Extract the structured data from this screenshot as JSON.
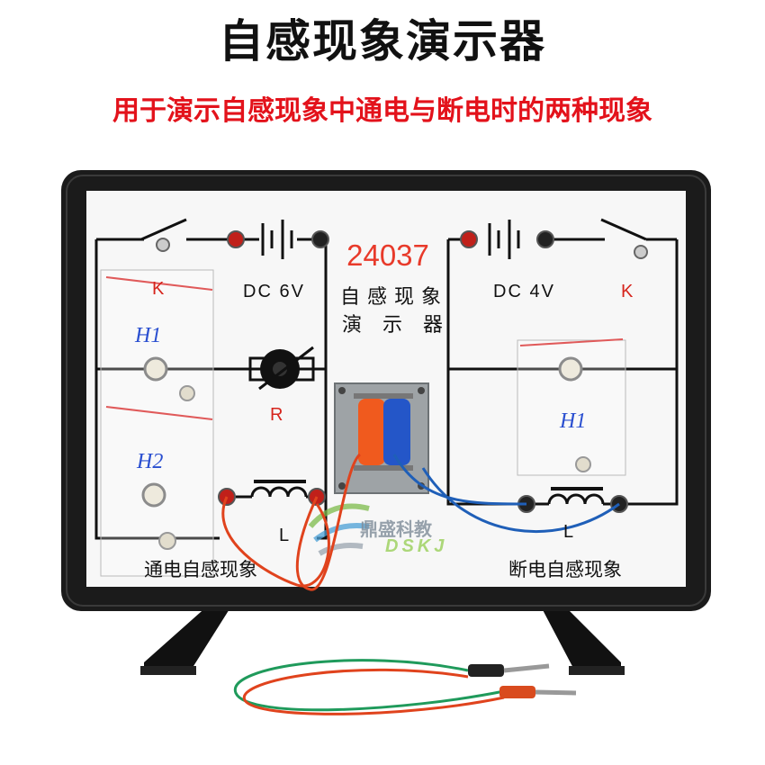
{
  "title": "自感现象演示器",
  "subtitle": "用于演示自感现象中通电与断电时的两种现象",
  "board": {
    "model_number": "24037",
    "center_name_line1": "自感现象",
    "center_name_line2": "演 示 器",
    "left_circuit": {
      "supply": "DC 6V",
      "switch_label": "K",
      "resistor_label": "R",
      "inductor_label": "L",
      "caption": "通电自感现象"
    },
    "right_circuit": {
      "supply": "DC 4V",
      "switch_label": "K",
      "inductor_label": "L",
      "caption": "断电自感现象"
    },
    "handwritten": {
      "bulb_tag_1": "H1",
      "bulb_tag_2": "H2",
      "bulb_tag_3": "H1"
    },
    "logo": {
      "name": "鼎盛科教",
      "latin": "DSKJ"
    }
  },
  "colors": {
    "title": "#111111",
    "subtitle": "#e3121b",
    "frame": "#1b1b1b",
    "panel": "#f7f7f7",
    "model_number": "#e83a2a",
    "wire_red": "#e0431d",
    "wire_blue": "#1f5fb8",
    "wire_green": "#1f9a5b",
    "coil_orange": "#f05a1e",
    "coil_blue": "#2456c8"
  }
}
